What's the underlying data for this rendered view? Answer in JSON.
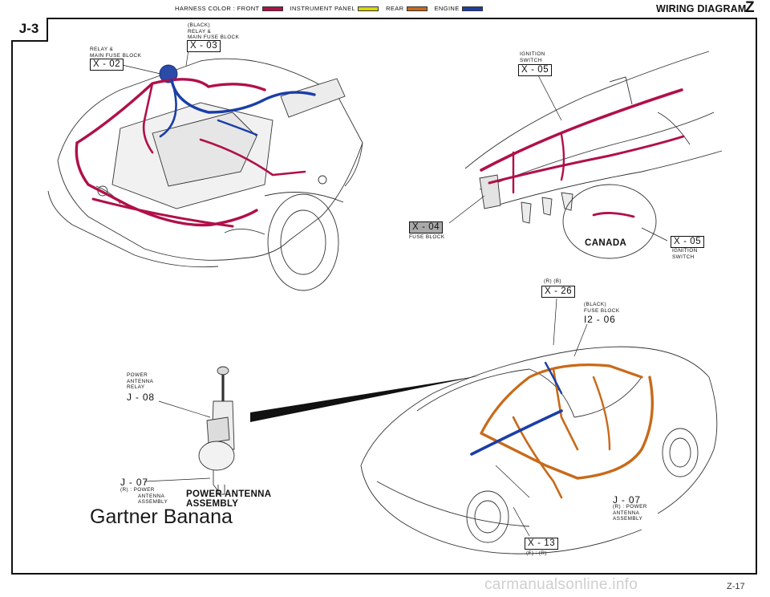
{
  "header": {
    "harness_label": "HARNESS COLOR : FRONT",
    "legend": [
      {
        "label": "",
        "color": "#b0104a"
      },
      {
        "label": "INSTRUMENT PANEL",
        "color": "#d8d800"
      },
      {
        "label": "REAR",
        "color": "#c86a1a"
      },
      {
        "label": "ENGINE",
        "color": "#1a3ea8"
      }
    ],
    "title": "WIRING DIAGRAM",
    "section": "Z"
  },
  "page_id": "J-3",
  "labels": {
    "black_relay": [
      "(BLACK)",
      "RELAY &",
      "MAIN FUSE BLOCK"
    ],
    "x03": "X - 03",
    "relay_main": [
      "RELAY &",
      "MAIN FUSE BLOCK"
    ],
    "x02": "X - 02",
    "ignition_top": [
      "IGNITION",
      "SWITCH"
    ],
    "x05_top": "X - 05",
    "x04": "X - 04",
    "fuse_block": "FUSE BLOCK",
    "canada": "CANADA",
    "x05_bottom": "X - 05",
    "ignition_bottom": [
      "IGNITION",
      "SWITCH"
    ],
    "rb_top": "(R)   (B)",
    "x26": "X - 26",
    "black_fuse": [
      "(BLACK)",
      "FUSE BLOCK"
    ],
    "i206": "I2 - 06",
    "power_antenna_relay": [
      "POWER",
      "ANTENNA",
      "RELAY"
    ],
    "j08": "J - 08",
    "j07_left": "J - 07",
    "j07_left_desc": [
      "(R) : POWER",
      "ANTENNA",
      "ASSEMBLY"
    ],
    "power_antenna_assembly": [
      "POWER ANTENNA",
      "ASSEMBLY"
    ],
    "j07_right": "J - 07",
    "j07_right_desc": [
      "(R) : POWER",
      "ANTENNA",
      "ASSEMBLY"
    ],
    "x13": "X - 13",
    "fr": "(F) : (R)"
  },
  "watermark": "Gartner Banana",
  "site": "carmanualsonline.info",
  "page_number": "Z-17"
}
